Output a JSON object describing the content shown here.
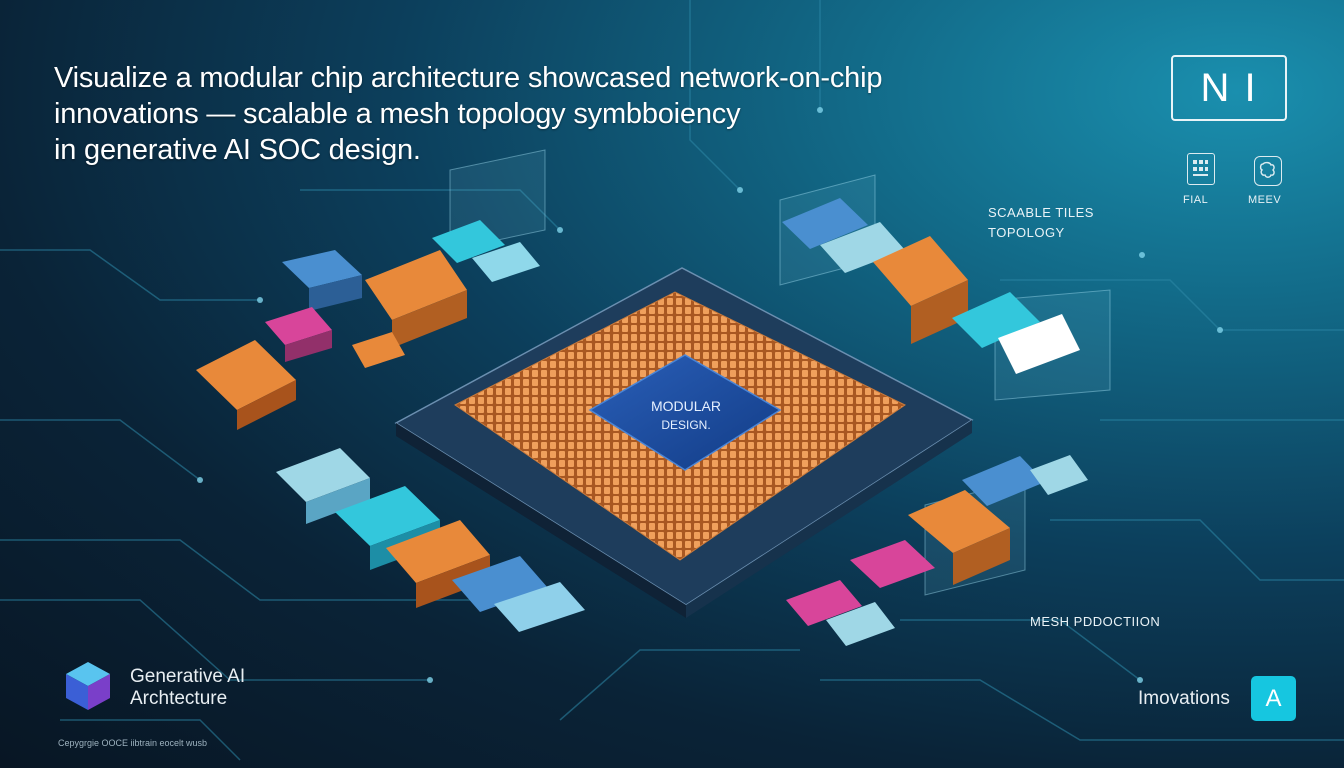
{
  "headline": {
    "line1": "Visualize a modular chip architecture showcased network-on-chip",
    "line2": "innovations — scalable a mesh topology symbboiency",
    "line3": "in generative AI SOC design."
  },
  "logo": {
    "text": "N I"
  },
  "icons": {
    "left_label": "FIAL",
    "right_label": "MEEV",
    "left_icon": "document-grid-icon",
    "right_icon": "brain-icon"
  },
  "labels": {
    "scalable": "SCAABLE TILES",
    "topology": "TOPOLOGY",
    "center_line1": "MODULAR",
    "center_line2": "DESIGN.",
    "mesh": "MESH PDDOCTIION"
  },
  "footer": {
    "brand_line1": "Generative AI",
    "brand_line2": "Archtecture",
    "innovations": "Imovations",
    "badge": "A",
    "copyright": "Cepygrgie OOCE iibtrain eocelt wusb"
  },
  "colors": {
    "orange": "#e8893a",
    "cyan": "#33c7dc",
    "blue": "#4a8fd0",
    "magenta": "#d8459a",
    "accent": "#16c6e0"
  }
}
